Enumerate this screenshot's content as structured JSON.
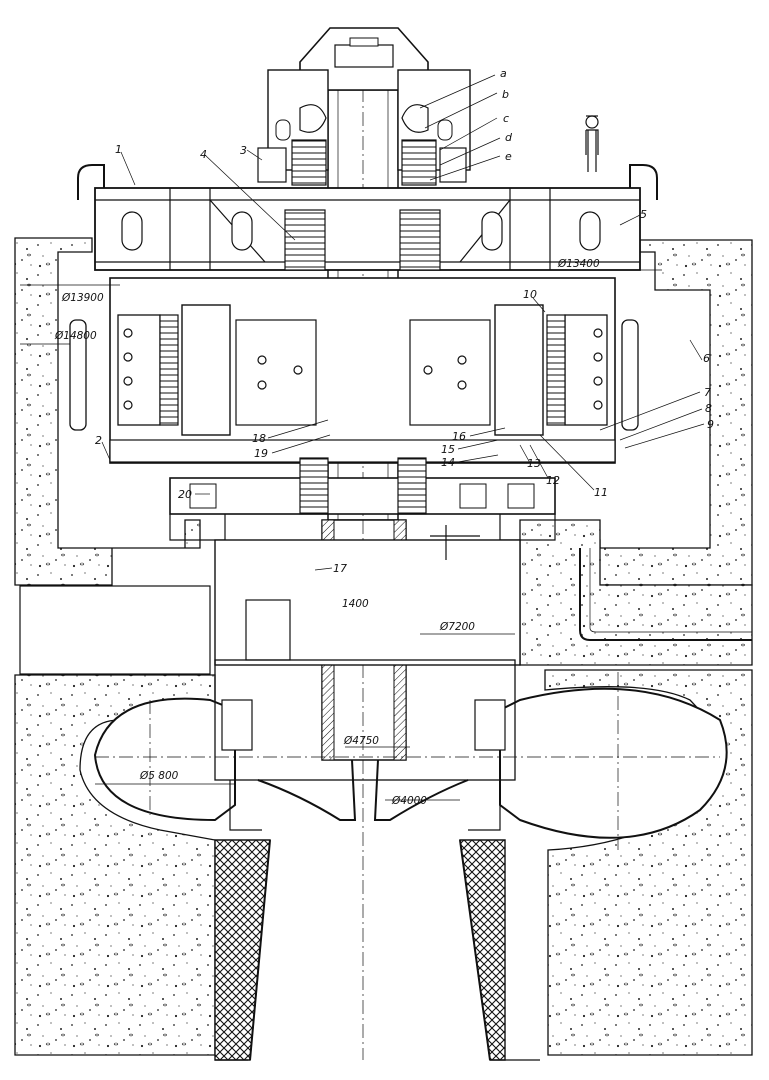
{
  "figure": {
    "letter_labels": [
      "a",
      "b",
      "c",
      "d",
      "e"
    ],
    "number_labels": [
      "1",
      "2",
      "3",
      "4",
      "5",
      "6",
      "7",
      "8",
      "9",
      "10",
      "11",
      "12",
      "13",
      "14",
      "15",
      "16",
      "17",
      "18",
      "19",
      "20"
    ],
    "dimensions": {
      "d13400": "Ø13400",
      "d13900": "Ø13900",
      "d14800": "Ø14800",
      "d7200": "Ø7200",
      "d5800": "Ø5 800",
      "d4750": "Ø4750",
      "d4000": "Ø4000",
      "shaft": "1400"
    }
  }
}
